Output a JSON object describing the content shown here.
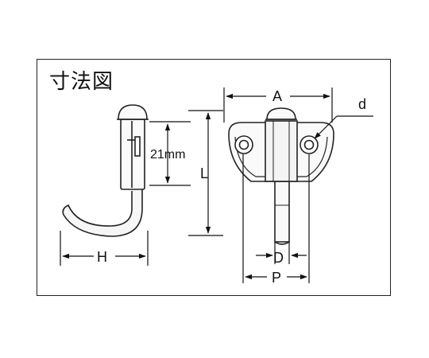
{
  "title": "寸法図",
  "labels": {
    "dim_21mm": "21mm",
    "L": "L",
    "H": "H",
    "A": "A",
    "d": "d",
    "D": "D",
    "P": "P"
  }
}
